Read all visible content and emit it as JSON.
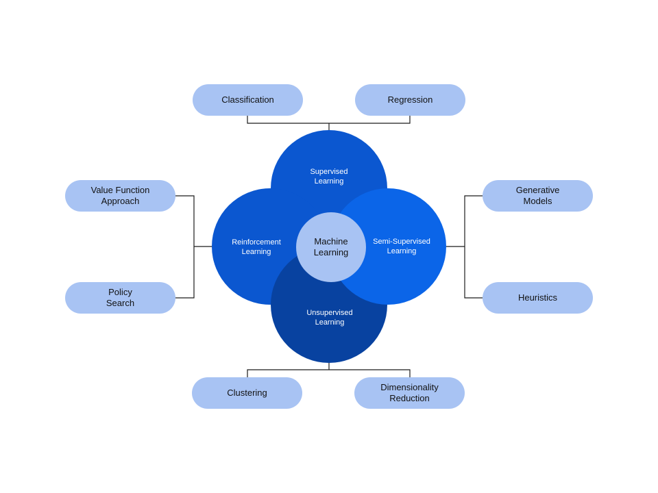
{
  "colors": {
    "background": "#ffffff",
    "pill": "#a8c3f3",
    "supervised": "#0b57d0",
    "reinforcement": "#0b57d0",
    "semi_supervised": "#0b65e8",
    "unsupervised": "#0842a0",
    "center": "#a8c3f3",
    "connector": "#1a1a1a"
  },
  "center": {
    "label": "Machine\nLearning"
  },
  "circles": {
    "supervised": "Supervised\nLearning",
    "reinforcement": "Reinforcement\nLearning",
    "semi_supervised": "Semi-Supervised\nLearning",
    "unsupervised": "Unsupervised\nLearning"
  },
  "nodes": {
    "classification": "Classification",
    "regression": "Regression",
    "value_function": "Value Function\nApproach",
    "policy_search": "Policy\nSearch",
    "generative_models": "Generative\nModels",
    "heuristics": "Heuristics",
    "clustering": "Clustering",
    "dimensionality_reduction": "Dimensionality\nReduction"
  }
}
